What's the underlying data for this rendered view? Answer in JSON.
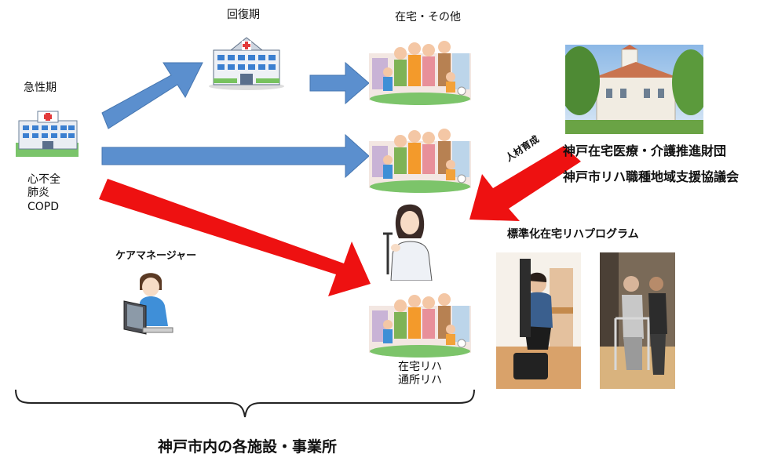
{
  "stages": {
    "acute": "急性期",
    "recovery": "回復期",
    "home_other": "在宅・その他"
  },
  "conditions": [
    "心不全",
    "肺炎",
    "COPD"
  ],
  "care_manager": "ケアマネージャー",
  "training_label": "人材育成",
  "organizations": [
    "神戸在宅医療・介護推進財団",
    "神戸市リハ職種地域支援協議会"
  ],
  "program_title": "標準化在宅リハプログラム",
  "rehab_types": [
    "在宅リハ",
    "通所リハ"
  ],
  "footer": "神戸市内の各施設・事業所",
  "colors": {
    "blue_arrow": "#5b8fce",
    "red_arrow": "#ee1111"
  },
  "icons": [
    "hospital-icon",
    "family-group-icon",
    "therapist-icon",
    "care-manager-computer-icon",
    "foundation-building-photo",
    "rehab-photo-woman",
    "rehab-photo-man"
  ]
}
